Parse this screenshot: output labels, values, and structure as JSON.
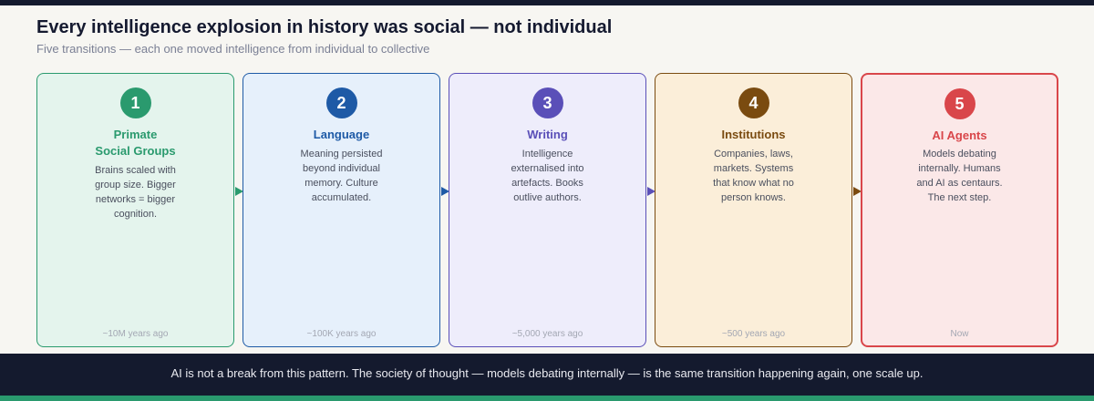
{
  "header": {
    "title": "Every intelligence explosion in history was social — not individual",
    "subtitle": "Five transitions — each one moved intelligence from individual to collective"
  },
  "stages": [
    {
      "number": "1",
      "label_line1": "Primate",
      "label_line2": "Social Groups",
      "description": "Brains scaled with group size. Bigger networks = bigger cognition.",
      "era": "~10M years ago",
      "accent_color": "#2a9a6e",
      "background_color": "#e4f4ed"
    },
    {
      "number": "2",
      "label_line1": "Language",
      "label_line2": "",
      "description": "Meaning persisted beyond individual memory. Culture accumulated.",
      "era": "~100K years ago",
      "accent_color": "#1e5aa6",
      "background_color": "#e6f0fb"
    },
    {
      "number": "3",
      "label_line1": "Writing",
      "label_line2": "",
      "description": "Intelligence externalised into artefacts. Books outlive authors.",
      "era": "~5,000 years ago",
      "accent_color": "#5a4fb8",
      "background_color": "#eeedfb"
    },
    {
      "number": "4",
      "label_line1": "Institutions",
      "label_line2": "",
      "description": "Companies, laws, markets. Systems that know what no person knows.",
      "era": "~500 years ago",
      "accent_color": "#7a4b10",
      "background_color": "#fbeed9"
    },
    {
      "number": "5",
      "label_line1": "AI Agents",
      "label_line2": "",
      "description": "Models debating internally. Humans and AI as centaurs. The next step.",
      "era": "Now",
      "accent_color": "#d9464a",
      "background_color": "#fbe8e8"
    }
  ],
  "footer": {
    "text": "AI is not a break from this pattern. The society of thought — models debating internally — is the same transition happening again, one scale up."
  }
}
